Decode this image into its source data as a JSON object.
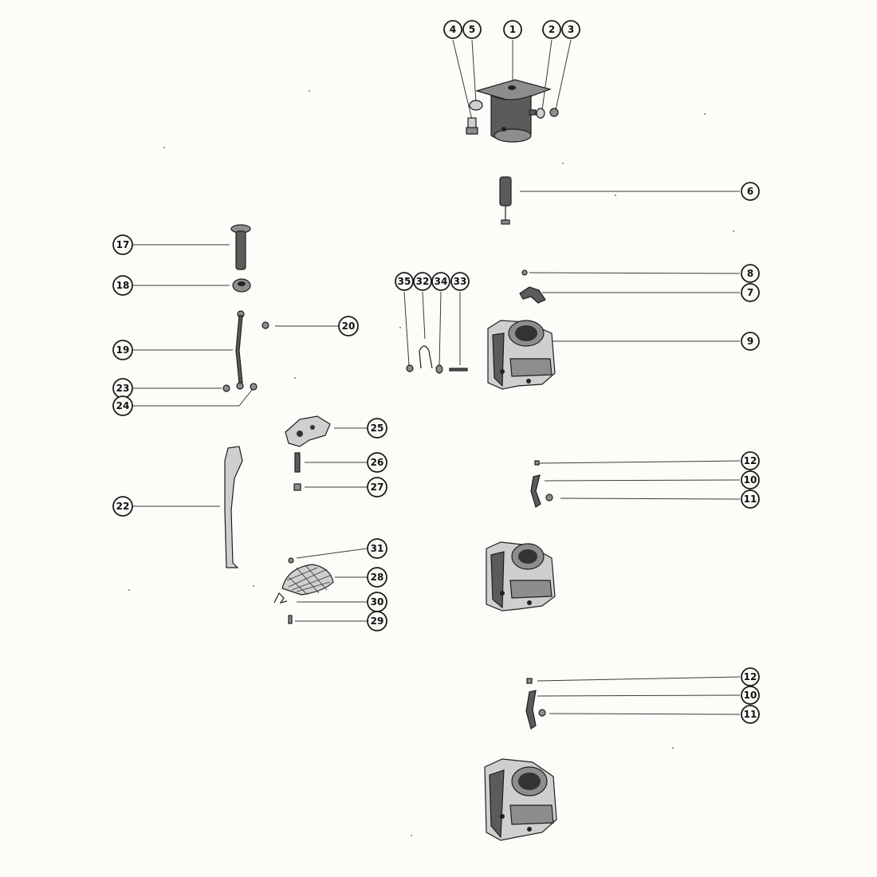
{
  "callouts": {
    "c1": "1",
    "c2": "2",
    "c3": "3",
    "c4": "4",
    "c5": "5",
    "c6": "6",
    "c7": "7",
    "c8": "8",
    "c9": "9",
    "c10a": "10",
    "c11a": "11",
    "c12a": "12",
    "c10b": "10",
    "c11b": "11",
    "c12b": "12",
    "c17": "17",
    "c18": "18",
    "c19": "19",
    "c20": "20",
    "c22": "22",
    "c23": "23",
    "c24": "24",
    "c25": "25",
    "c26": "26",
    "c27": "27",
    "c28": "28",
    "c29": "29",
    "c30": "30",
    "c31": "31",
    "c32": "32",
    "c33": "33",
    "c34": "34",
    "c35": "35"
  }
}
